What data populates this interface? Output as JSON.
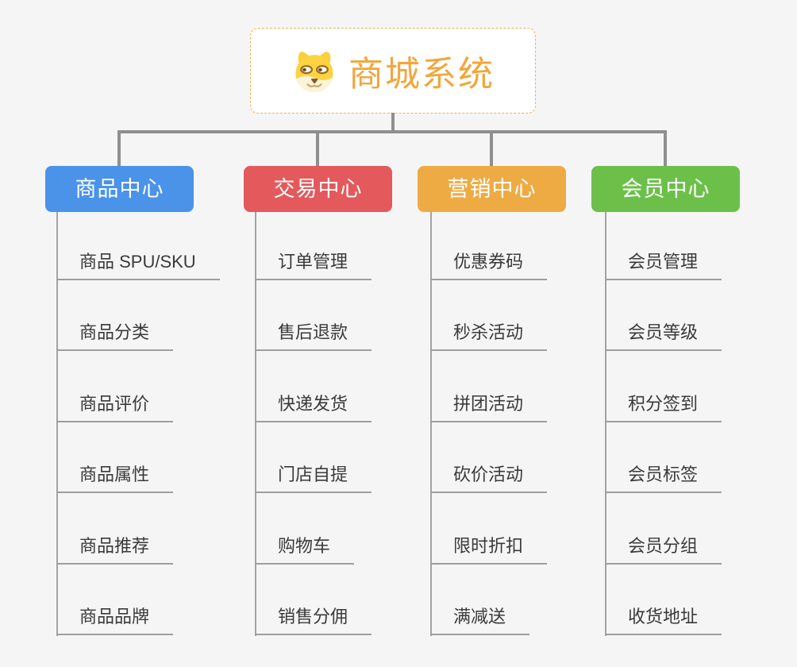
{
  "page": {
    "background_color": "#f5f5f6",
    "connector_color": "#8f8f8f",
    "underline_color": "#9e9e9e"
  },
  "root": {
    "title": "商城系统",
    "icon": "doge-icon",
    "text_color": "#f2a63d",
    "border_color": "#f2b24a"
  },
  "branches": [
    {
      "id": "product-center",
      "label": "商品中心",
      "color": "#4a93e8",
      "children": [
        "商品 SPU/SKU",
        "商品分类",
        "商品评价",
        "商品属性",
        "商品推荐",
        "商品品牌"
      ]
    },
    {
      "id": "trade-center",
      "label": "交易中心",
      "color": "#e4595c",
      "children": [
        "订单管理",
        "售后退款",
        "快递发货",
        "门店自提",
        "购物车",
        "销售分佣"
      ]
    },
    {
      "id": "marketing-center",
      "label": "营销中心",
      "color": "#eeab43",
      "children": [
        "优惠券码",
        "秒杀活动",
        "拼团活动",
        "砍价活动",
        "限时折扣",
        "满减送"
      ]
    },
    {
      "id": "member-center",
      "label": "会员中心",
      "color": "#6cc04a",
      "children": [
        "会员管理",
        "会员等级",
        "积分签到",
        "会员标签",
        "会员分组",
        "收货地址"
      ]
    }
  ]
}
